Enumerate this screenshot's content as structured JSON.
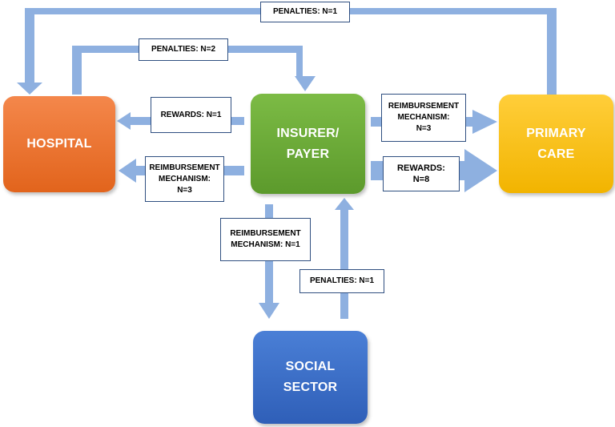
{
  "nodes": {
    "hospital": {
      "label": "HOSPITAL",
      "color_top": "#f4874b",
      "color_bottom": "#e2641c"
    },
    "insurer": {
      "label": "INSURER/\nPAYER",
      "color_top": "#7cbb45",
      "color_bottom": "#5c9a2c"
    },
    "primary_care": {
      "label": "PRIMARY\nCARE",
      "color_top": "#ffce3a",
      "color_bottom": "#f2b400"
    },
    "social_sector": {
      "label": "SOCIAL\nSECTOR",
      "color_top": "#4a7fd6",
      "color_bottom": "#2f5fb8"
    }
  },
  "edge_color": "#8eb0e0",
  "edges": {
    "top_penalties": "PENALTIES: N=1",
    "hospital_penalties": "PENALTIES: N=2",
    "hospital_rewards": "REWARDS: N=1",
    "hospital_reimbursement": "REIMBURSEMENT\nMECHANISM:\nN=3",
    "primary_reimbursement": "REIMBURSEMENT\nMECHANISM:\nN=3",
    "primary_rewards": "REWARDS:\nN=8",
    "social_reimbursement": "REIMBURSEMENT\nMECHANISM: N=1",
    "social_penalties": "PENALTIES: N=1"
  }
}
